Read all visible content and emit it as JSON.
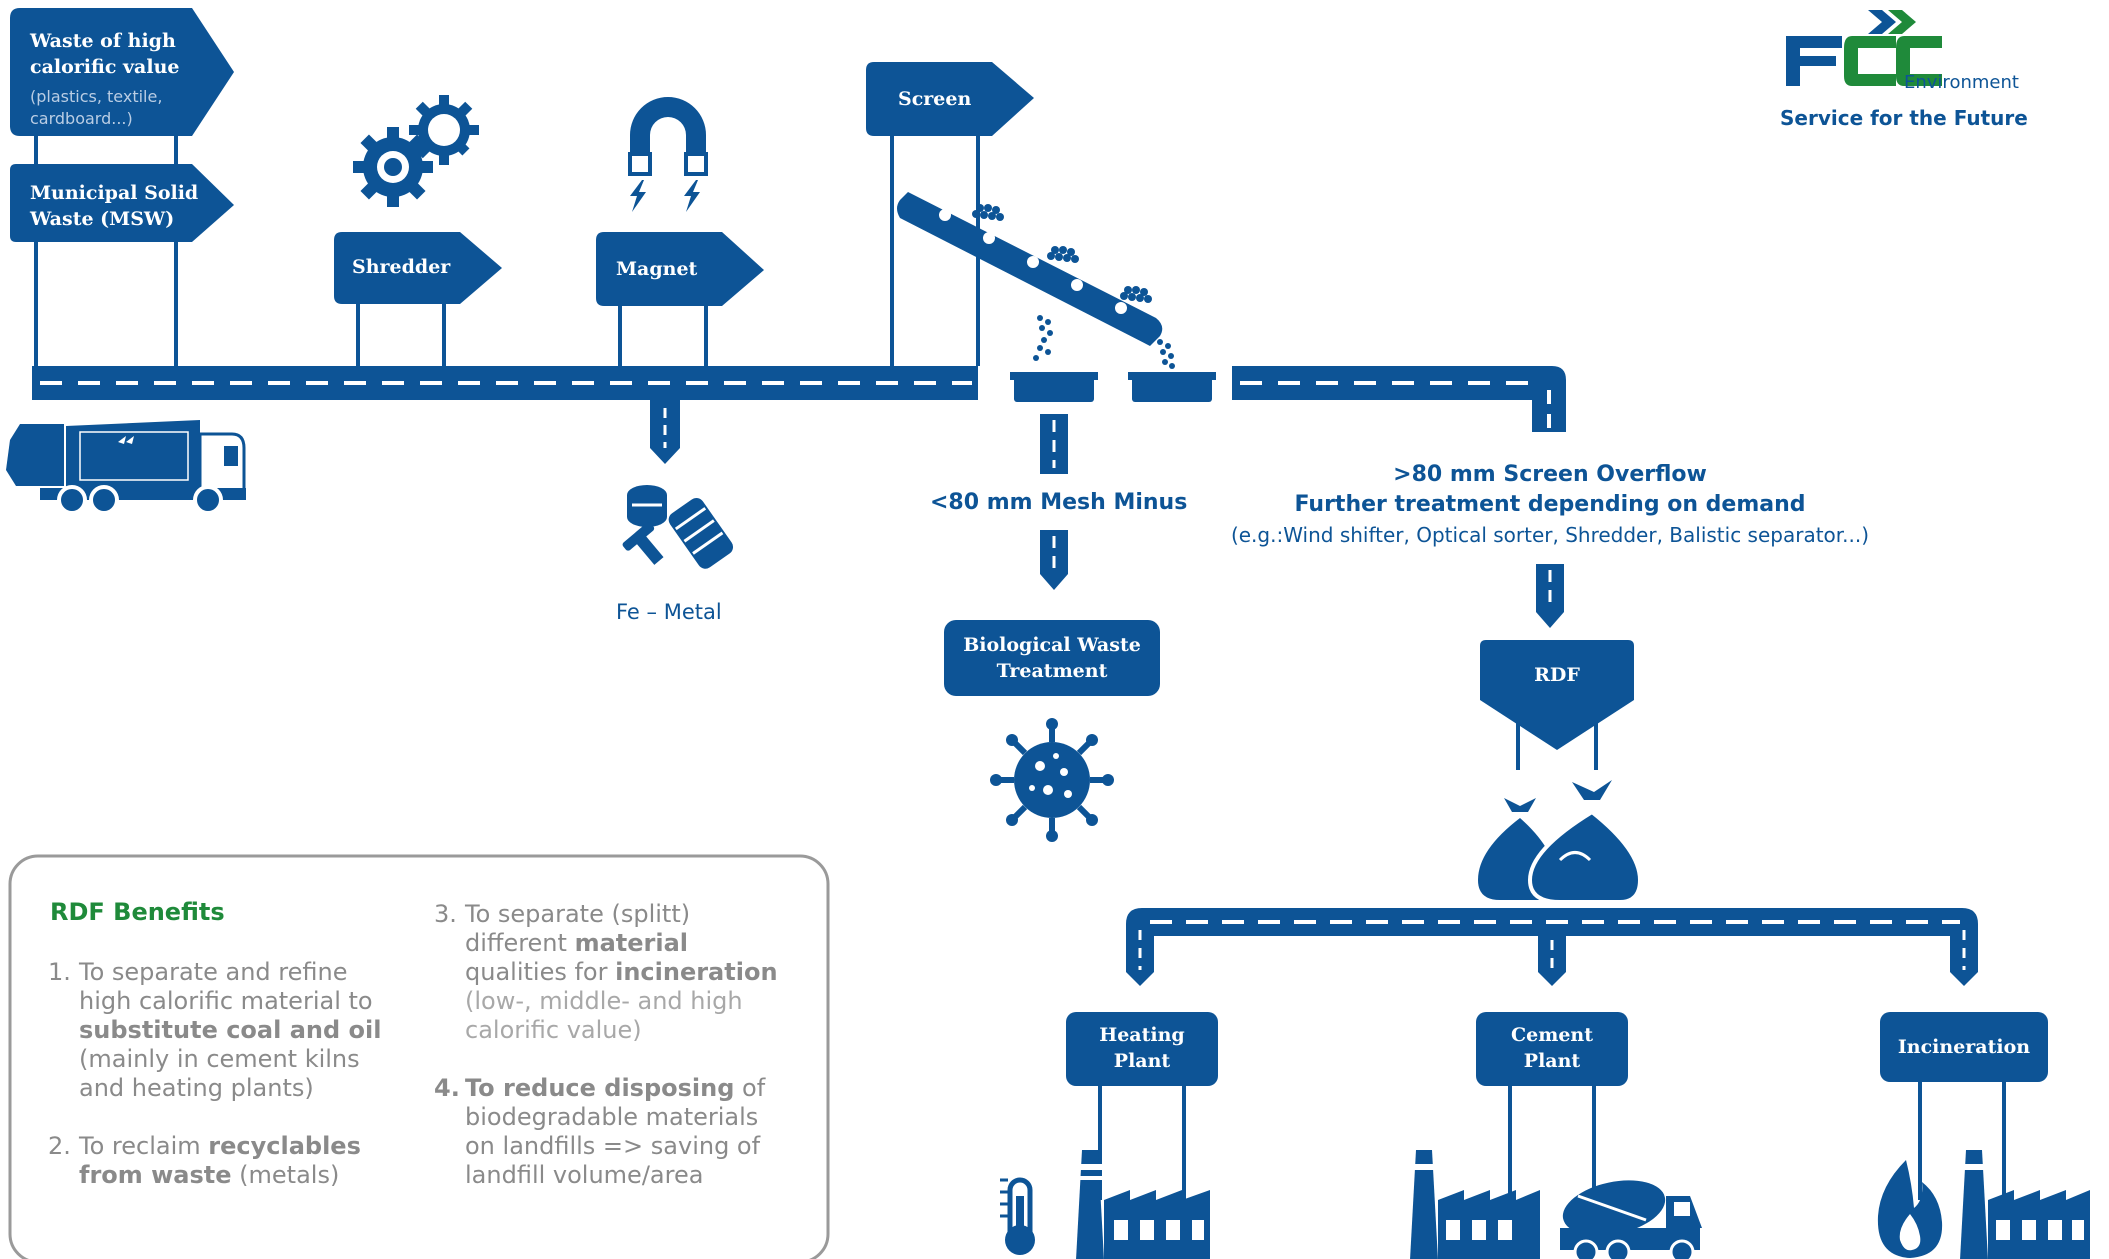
{
  "logo": {
    "brand": "FCC",
    "sub": "Environment",
    "tagline": "Service for the Future"
  },
  "inputs": {
    "waste_high_calorific": {
      "title_line1": "Waste of high",
      "title_line2": "calorific value",
      "note_line1": "(plastics, textile,",
      "note_line2": "cardboard...)"
    },
    "msw": {
      "line1": "Municipal Solid",
      "line2": "Waste (MSW)"
    }
  },
  "stages": {
    "shredder": "Shredder",
    "magnet": "Magnet",
    "screen": "Screen"
  },
  "outputs": {
    "fe_metal": "Fe – Metal",
    "mesh_minus": "<80 mm Mesh Minus",
    "bio_line1": "Biological Waste",
    "bio_line2": "Treatment",
    "overflow_line1": ">80 mm Screen Overflow",
    "overflow_line2": "Further treatment depending on demand",
    "overflow_line3": "(e.g.:Wind shifter, Optical sorter, Shredder, Balistic separator...)",
    "rdf": "RDF"
  },
  "destinations": {
    "heating_line1": "Heating",
    "heating_line2": "Plant",
    "cement_line1": "Cement",
    "cement_line2": "Plant",
    "incineration": "Incineration"
  },
  "benefits": {
    "title": "RDF Benefits",
    "item1": {
      "num": "1.",
      "l1": "To separate and refine",
      "l2": "high calorific material to",
      "l3": "substitute coal and oil",
      "l4": "(mainly in cement kilns",
      "l5": "and heating plants)"
    },
    "item2": {
      "num": "2.",
      "l1a": "To reclaim ",
      "l1b": "recyclables",
      "l2a": "from waste",
      "l2b": " (metals)"
    },
    "item3": {
      "num": "3.",
      "l1": "To separate (splitt)",
      "l2a": "different ",
      "l2b": "material",
      "l3a": "qualities for ",
      "l3b": "incineration",
      "l4": "(low-, middle- and high",
      "l5": "calorific value)"
    },
    "item4": {
      "num": "4.",
      "l1a": "To reduce disposing",
      "l1b": " of",
      "l2": "biodegradable materials",
      "l3": "on landfills => saving of",
      "l4": "landfill volume/area"
    }
  },
  "colors": {
    "brand_blue": "#0d5496",
    "brand_green": "#1f8a3a",
    "text_gray": "#8a8a8a"
  }
}
